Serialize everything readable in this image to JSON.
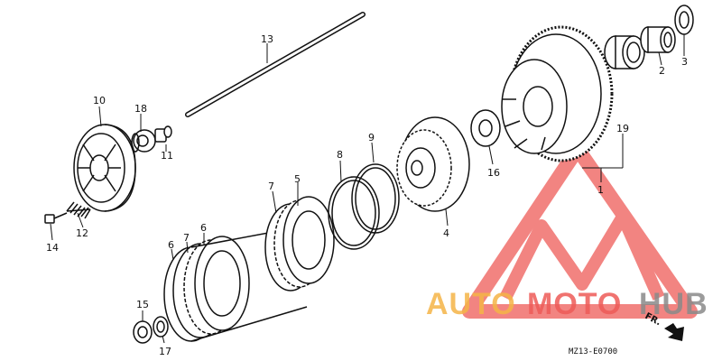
{
  "part_labels": {
    "p1": "1",
    "p2": "2",
    "p3": "3",
    "p4": "4",
    "p5": "5",
    "p6a": "6",
    "p6b": "6",
    "p7a": "7",
    "p7b": "7",
    "p8": "8",
    "p9": "9",
    "p10": "10",
    "p11": "11",
    "p12": "12",
    "p13": "13",
    "p14": "14",
    "p15": "15",
    "p16": "16",
    "p17": "17",
    "p18": "18",
    "p19": "19"
  },
  "diagram_code": "MZ13-E0700",
  "direction_label": "FR.",
  "watermark": {
    "auto": "AUTO",
    "moto": "MOTO",
    "hub": "HUB"
  },
  "colors": {
    "ink": "#111111",
    "watermark_orange": "#f5b547",
    "watermark_red": "#ee5b58",
    "watermark_gray": "#8a8a8a"
  }
}
